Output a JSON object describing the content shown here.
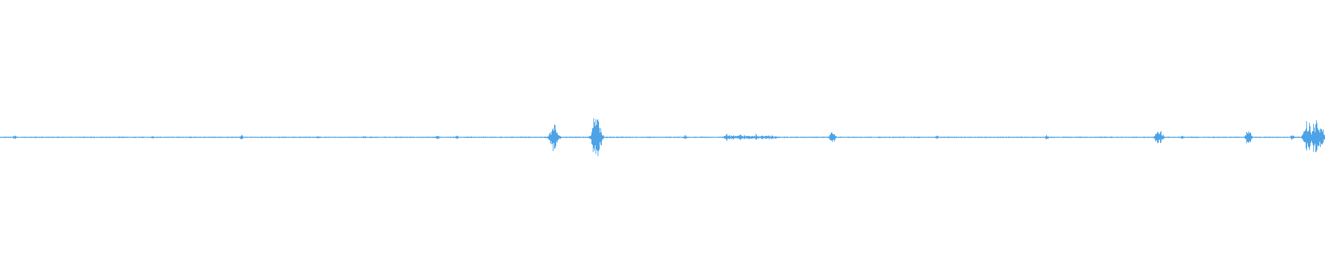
{
  "waveform": {
    "color": "#4da3e6",
    "background": "#ffffff",
    "amplitude_range": [
      -1,
      1
    ],
    "noise_floor": 0.006,
    "activity": [
      {
        "position": 0.011,
        "amplitude": 0.02
      },
      {
        "position": 0.115,
        "amplitude": 0.015
      },
      {
        "position": 0.182,
        "amplitude": 0.02
      },
      {
        "position": 0.24,
        "amplitude": 0.012
      },
      {
        "position": 0.275,
        "amplitude": 0.015
      },
      {
        "position": 0.33,
        "amplitude": 0.018
      },
      {
        "position": 0.345,
        "amplitude": 0.015
      },
      {
        "position": 0.418,
        "amplitude": 0.12
      },
      {
        "position": 0.45,
        "amplitude": 0.25
      },
      {
        "position": 0.517,
        "amplitude": 0.025
      },
      {
        "position": 0.548,
        "amplitude": 0.035
      },
      {
        "position": 0.558,
        "amplitude": 0.03
      },
      {
        "position": 0.57,
        "amplitude": 0.028
      },
      {
        "position": 0.583,
        "amplitude": 0.022
      },
      {
        "position": 0.628,
        "amplitude": 0.08
      },
      {
        "position": 0.707,
        "amplitude": 0.018
      },
      {
        "position": 0.79,
        "amplitude": 0.025
      },
      {
        "position": 0.873,
        "amplitude": 0.06
      },
      {
        "position": 0.876,
        "amplitude": 0.055
      },
      {
        "position": 0.892,
        "amplitude": 0.02
      },
      {
        "position": 0.942,
        "amplitude": 0.09
      },
      {
        "position": 0.975,
        "amplitude": 0.03
      },
      {
        "position": 0.987,
        "amplitude": 0.14
      },
      {
        "position": 0.993,
        "amplitude": 0.16
      },
      {
        "position": 0.997,
        "amplitude": 0.1
      }
    ]
  }
}
